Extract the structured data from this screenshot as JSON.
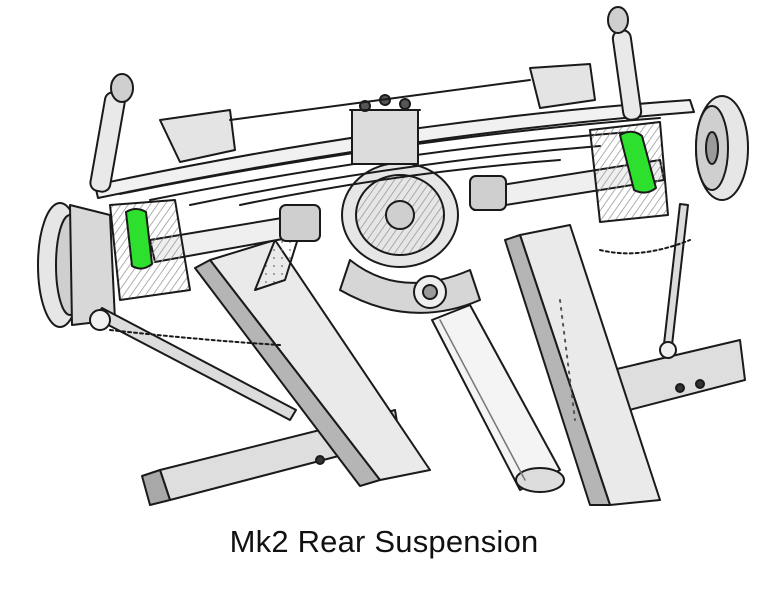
{
  "caption": "Mk2 Rear Suspension",
  "colors": {
    "ink": "#1a1a1a",
    "highlight": "#2ee02e",
    "shade": "#b9b9b9",
    "paper": "#ffffff"
  },
  "highlighted_parts": [
    "left-spring-bushing",
    "right-spring-bushing"
  ]
}
